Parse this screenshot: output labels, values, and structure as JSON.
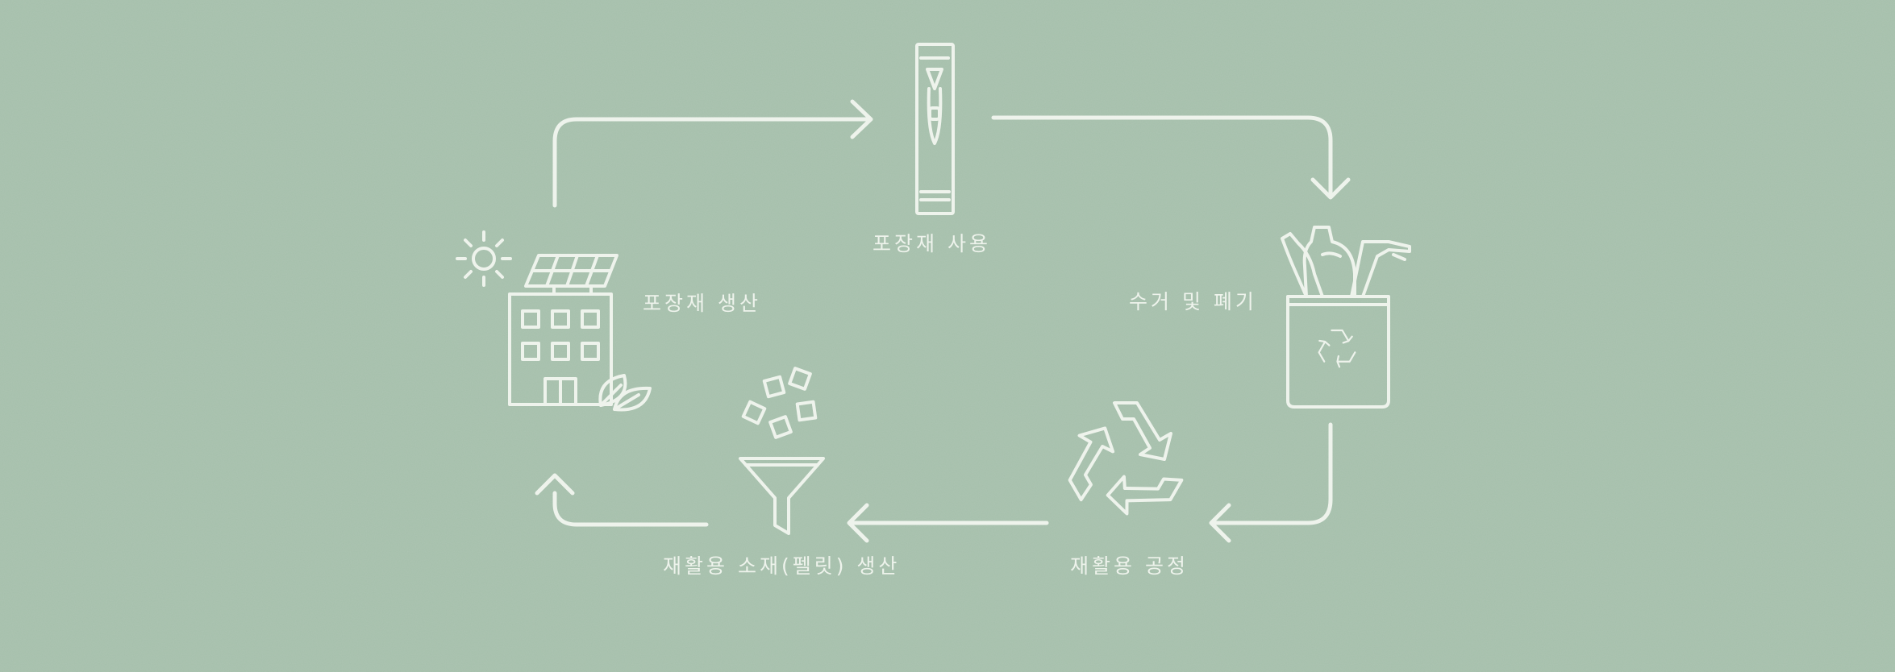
{
  "colors": {
    "background": "#a5bfab",
    "line": "#eef3ec"
  },
  "steps": {
    "production": {
      "label": "포장재 생산",
      "icon": "factory-solar-icon"
    },
    "usage": {
      "label": "포장재 사용",
      "icon": "packaging-tube-icon"
    },
    "collection": {
      "label": "수거 및 폐기",
      "icon": "recycle-bin-icon"
    },
    "recycling": {
      "label": "재활용 공정",
      "icon": "recycle-symbol-icon"
    },
    "pellet": {
      "label": "재활용 소재(펠릿) 생산",
      "icon": "funnel-pellets-icon"
    }
  }
}
